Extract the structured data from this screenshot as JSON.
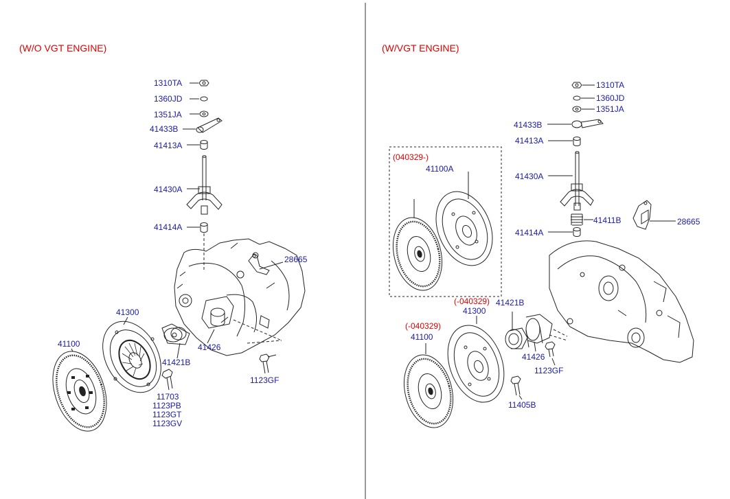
{
  "colors": {
    "label": "#1a1aa8",
    "header": "#e00000",
    "linework": "#222222"
  },
  "left": {
    "header": "(W/O VGT ENGINE)",
    "labels": {
      "p1310TA": "1310TA",
      "p1360JD": "1360JD",
      "p1351JA": "1351JA",
      "p41433B": "41433B",
      "p41413A": "41413A",
      "p41430A": "41430A",
      "p41414A": "41414A",
      "p28665": "28665",
      "p41300": "41300",
      "p41100": "41100",
      "p41426": "41426",
      "p41421B": "41421B",
      "p1123GF": "1123GF",
      "p11703": "11703",
      "p1123PB": "1123PB",
      "p1123GT": "1123GT",
      "p1123GV": "1123GV"
    }
  },
  "right": {
    "header": "(W/VGT ENGINE)",
    "labels": {
      "p1310TA": "1310TA",
      "p1360JD": "1360JD",
      "p1351JA": "1351JA",
      "p41433B": "41433B",
      "p41413A": "41413A",
      "p41430A": "41430A",
      "p41411B": "41411B",
      "p28665": "28665",
      "p41414A": "41414A",
      "p41421B": "41421B",
      "p41300": "41300",
      "p41100": "41100",
      "p41426": "41426",
      "p1123GF": "1123GF",
      "p11405B": "11405B",
      "p41100A": "41100A"
    },
    "notes": {
      "box": "(040329-)",
      "clutchCover": "(-040329)",
      "clutchDisc": "(-040329)"
    }
  }
}
